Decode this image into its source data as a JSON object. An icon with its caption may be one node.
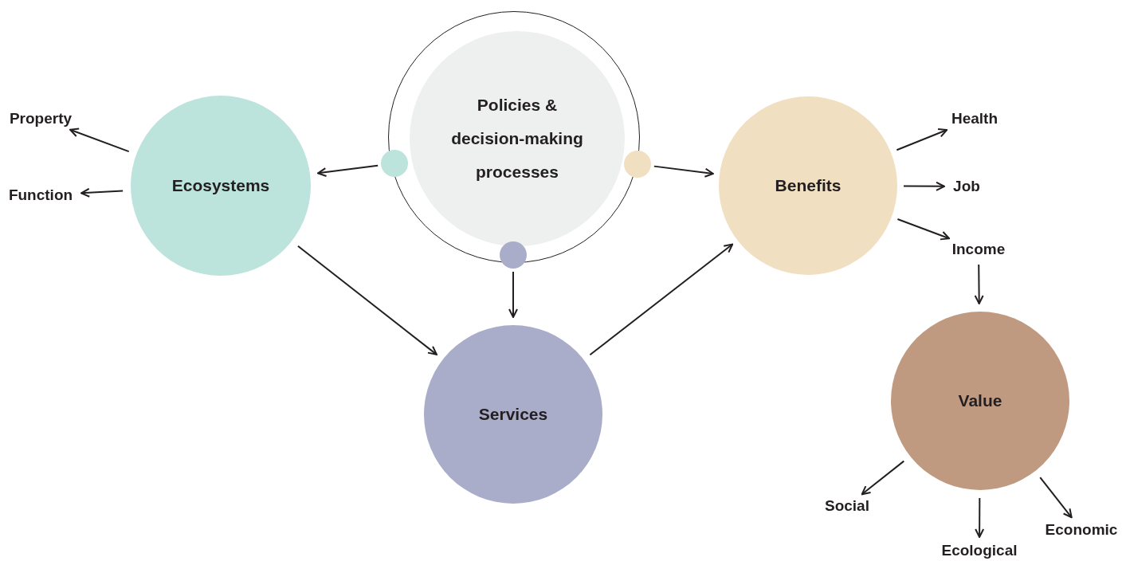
{
  "diagram": {
    "nodes": [
      {
        "text": [],
        "shape": "circle"
      },
      {
        "text": [
          "Policies & decision-making processes"
        ],
        "in": 0
      },
      {
        "text": [],
        "shape": "circle"
      },
      {
        "text": [],
        "shape": "circle"
      },
      {
        "text": [],
        "shape": "circle"
      },
      {
        "text": [
          "Ecosystems"
        ]
      },
      {
        "text": [
          "Services"
        ]
      },
      {
        "text": [
          "Benefits"
        ]
      },
      {
        "text": [
          "Value"
        ]
      },
      {
        "text": [
          "Property"
        ]
      },
      {
        "text": [
          "Function"
        ]
      },
      {
        "text": [
          "Health"
        ]
      },
      {
        "text": [
          "Job"
        ]
      },
      {
        "text": [
          "Income"
        ]
      },
      {
        "text": [
          "Social"
        ]
      },
      {
        "text": [
          "Ecological"
        ]
      },
      {
        "text": [
          "Economic"
        ]
      }
    ],
    "edges": [
      {
        "from": 2,
        "to": 5,
        "arrow": "to"
      },
      {
        "from": 3,
        "to": 7,
        "arrow": "to"
      },
      {
        "from": 4,
        "to": 6,
        "arrow": "to"
      },
      {
        "from": 5,
        "to": 6,
        "arrow": "to"
      },
      {
        "from": 6,
        "to": 7,
        "arrow": "to"
      },
      {
        "from": 5,
        "to": 9,
        "arrow": "to"
      },
      {
        "from": 5,
        "to": 10,
        "arrow": "to"
      },
      {
        "from": 7,
        "to": 11,
        "arrow": "to"
      },
      {
        "from": 7,
        "to": 12,
        "arrow": "to"
      },
      {
        "from": 7,
        "to": 13,
        "arrow": "to"
      },
      {
        "from": 13,
        "to": 8,
        "arrow": "to"
      },
      {
        "from": 8,
        "to": 14,
        "arrow": "to"
      },
      {
        "from": 8,
        "to": 15,
        "arrow": "to"
      },
      {
        "from": 8,
        "to": 16,
        "arrow": "to"
      }
    ]
  }
}
